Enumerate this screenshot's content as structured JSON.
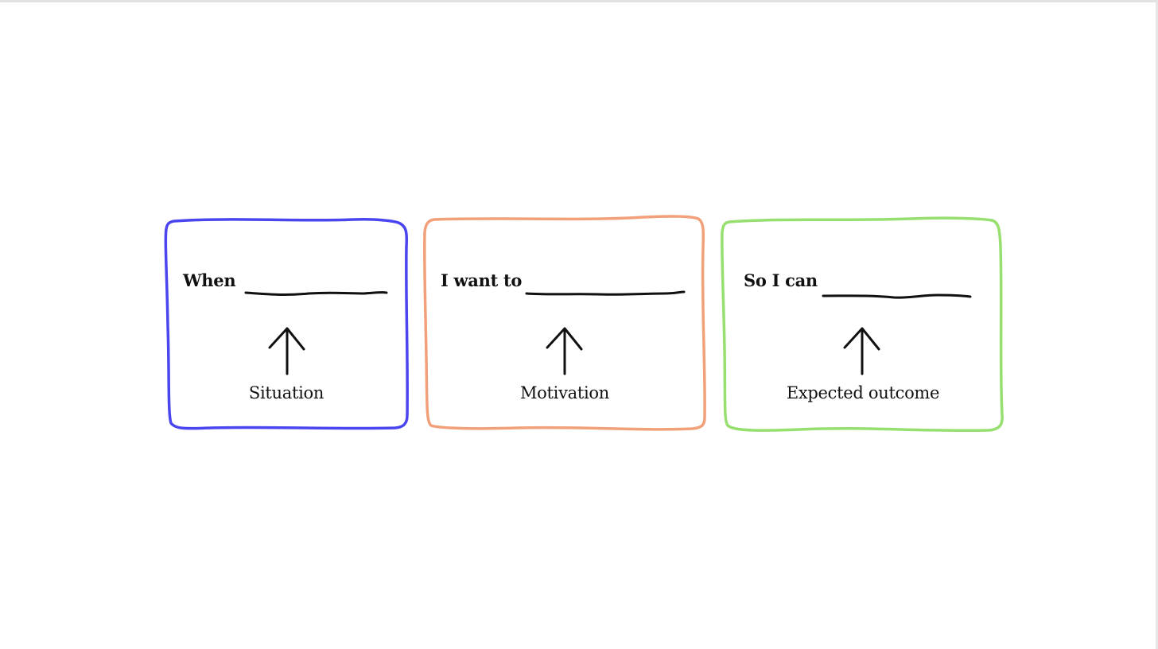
{
  "cards": [
    {
      "prompt": "When",
      "caption": "Situation",
      "color": "#4a45ee"
    },
    {
      "prompt": "I want to",
      "caption": "Motivation",
      "color": "#f2a07a"
    },
    {
      "prompt": "So I can",
      "caption": "Expected outcome",
      "color": "#97e070"
    }
  ]
}
